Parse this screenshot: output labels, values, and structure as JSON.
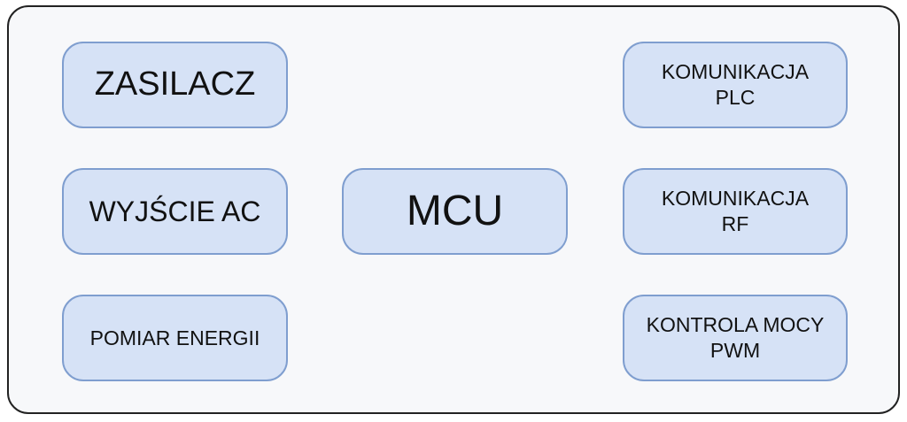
{
  "colors": {
    "frame_border": "#222222",
    "frame_fill": "#f7f8fa",
    "block_border": "#7f9ecf",
    "block_fill": "#d6e2f6",
    "text": "#111111"
  },
  "blocks": {
    "zasilacz": "ZASILACZ",
    "wyjscie_ac": "WYJŚCIE AC",
    "pomiar_energii": "POMIAR ENERGII",
    "mcu": "MCU",
    "komunikacja_plc": "KOMUNIKACJA\nPLC",
    "komunikacja_rf": "KOMUNIKACJA\nRF",
    "kontrola_mocy_pwm": "KONTROLA MOCY\nPWM"
  }
}
